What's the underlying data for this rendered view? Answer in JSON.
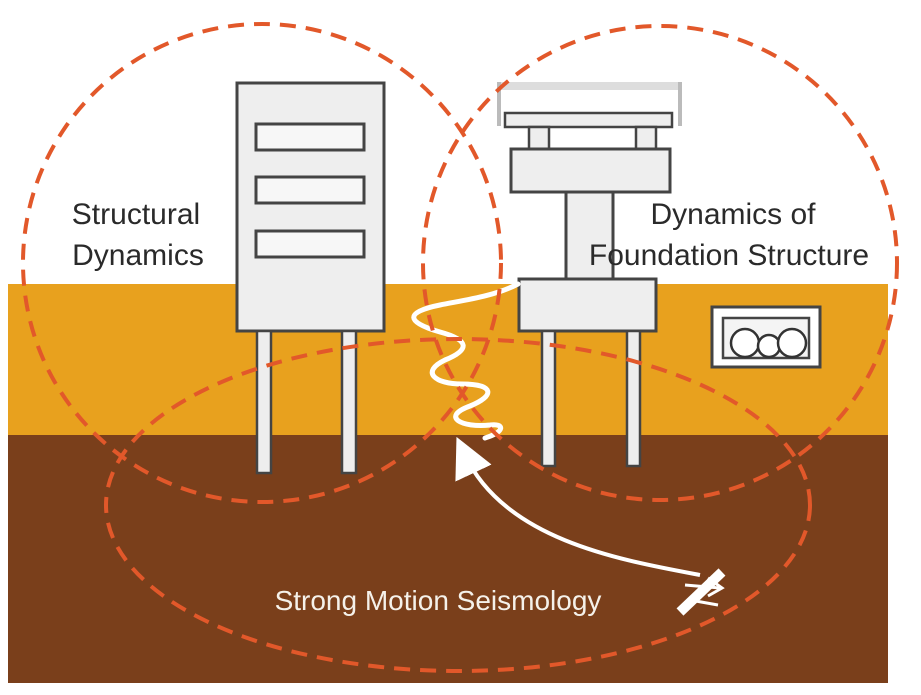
{
  "diagram": {
    "labels": {
      "structural_line1": "Structural",
      "structural_line2": "Dynamics",
      "foundation_line1": "Dynamics of",
      "foundation_line2": "Foundation Structure",
      "seismology": "Strong Motion Seismology"
    },
    "colors": {
      "background": "#ffffff",
      "surface_soil": "#e8a11e",
      "deep_soil": "#7a3f1b",
      "dashed_circle": "#e2582a",
      "structure_fill": "#eeeeee",
      "structure_stroke": "#444444",
      "wave": "#ffffff"
    },
    "icons": [
      "building-icon",
      "bridge-pier-icon",
      "culvert-pipes-icon",
      "fault-slip-icon",
      "seismic-wave-icon"
    ]
  }
}
